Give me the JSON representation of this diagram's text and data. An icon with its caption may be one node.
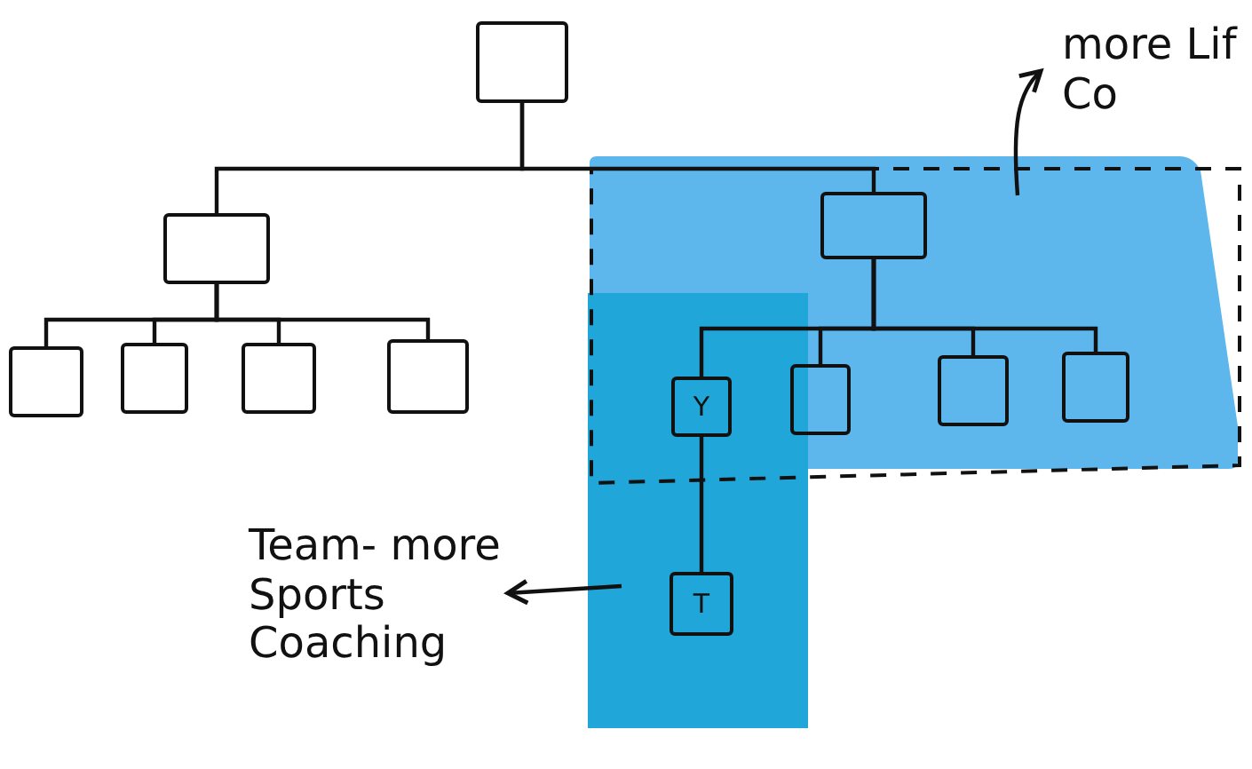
{
  "diagram": {
    "nodes": [
      {
        "text": [],
        "shape": "box"
      },
      {
        "text": [],
        "shape": "box"
      },
      {
        "text": [],
        "shape": "box"
      },
      {
        "text": [],
        "shape": "box"
      },
      {
        "text": [],
        "shape": "box"
      },
      {
        "text": [],
        "shape": "box"
      },
      {
        "text": [],
        "shape": "box"
      },
      {
        "text": [
          "Y"
        ]
      },
      {
        "text": [],
        "shape": "box"
      },
      {
        "text": [],
        "shape": "box"
      },
      {
        "text": [],
        "shape": "box"
      },
      {
        "text": [
          "T"
        ]
      },
      {
        "text": [
          "more Lif Co"
        ]
      },
      {
        "text": [
          "Team- more Sports Coaching"
        ]
      }
    ],
    "edges": [
      {
        "from": 0,
        "to": 1,
        "arrow": "none"
      },
      {
        "from": 0,
        "to": 2,
        "arrow": "none"
      },
      {
        "from": 1,
        "to": 3,
        "arrow": "none"
      },
      {
        "from": 1,
        "to": 4,
        "arrow": "none"
      },
      {
        "from": 1,
        "to": 5,
        "arrow": "none"
      },
      {
        "from": 1,
        "to": 6,
        "arrow": "none"
      },
      {
        "from": 2,
        "to": 7,
        "arrow": "none"
      },
      {
        "from": 2,
        "to": 8,
        "arrow": "none"
      },
      {
        "from": 2,
        "to": 9,
        "arrow": "none"
      },
      {
        "from": 2,
        "to": 10,
        "arrow": "none"
      },
      {
        "from": 7,
        "to": 11,
        "arrow": "none"
      },
      {
        "from": null,
        "to": 12,
        "arrow": "to"
      },
      {
        "from": null,
        "to": 13,
        "arrow": "to"
      }
    ]
  }
}
